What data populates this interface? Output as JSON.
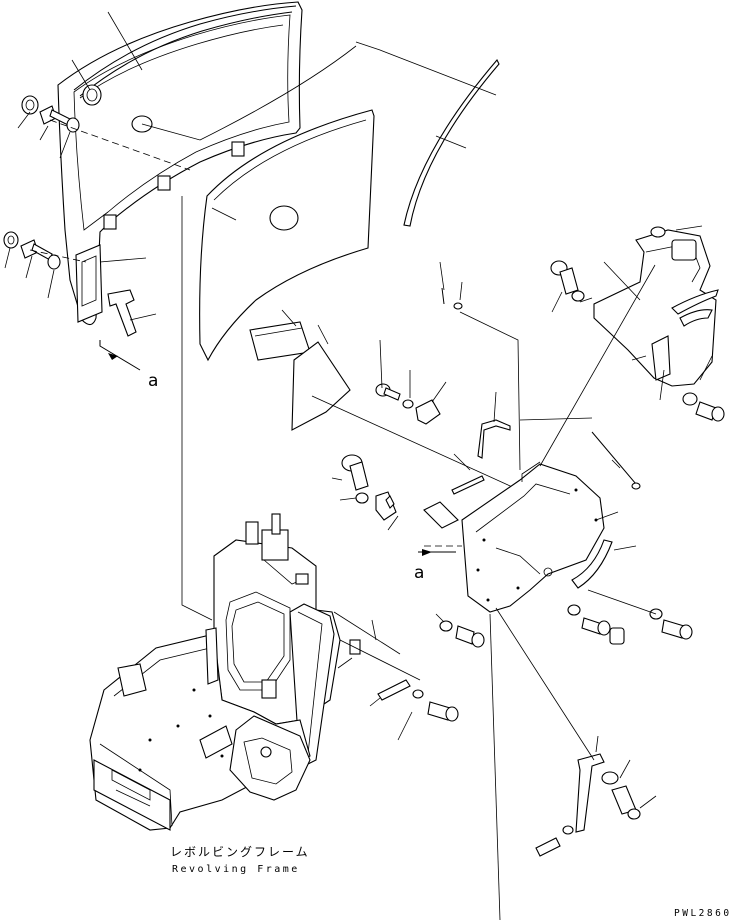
{
  "diagram": {
    "labels": {
      "view_a_top": "a",
      "view_a_right": "a"
    },
    "caption": {
      "japanese": "レボルビングフレーム",
      "english": "Revolving Frame"
    },
    "drawing_code": "PWL2860"
  }
}
